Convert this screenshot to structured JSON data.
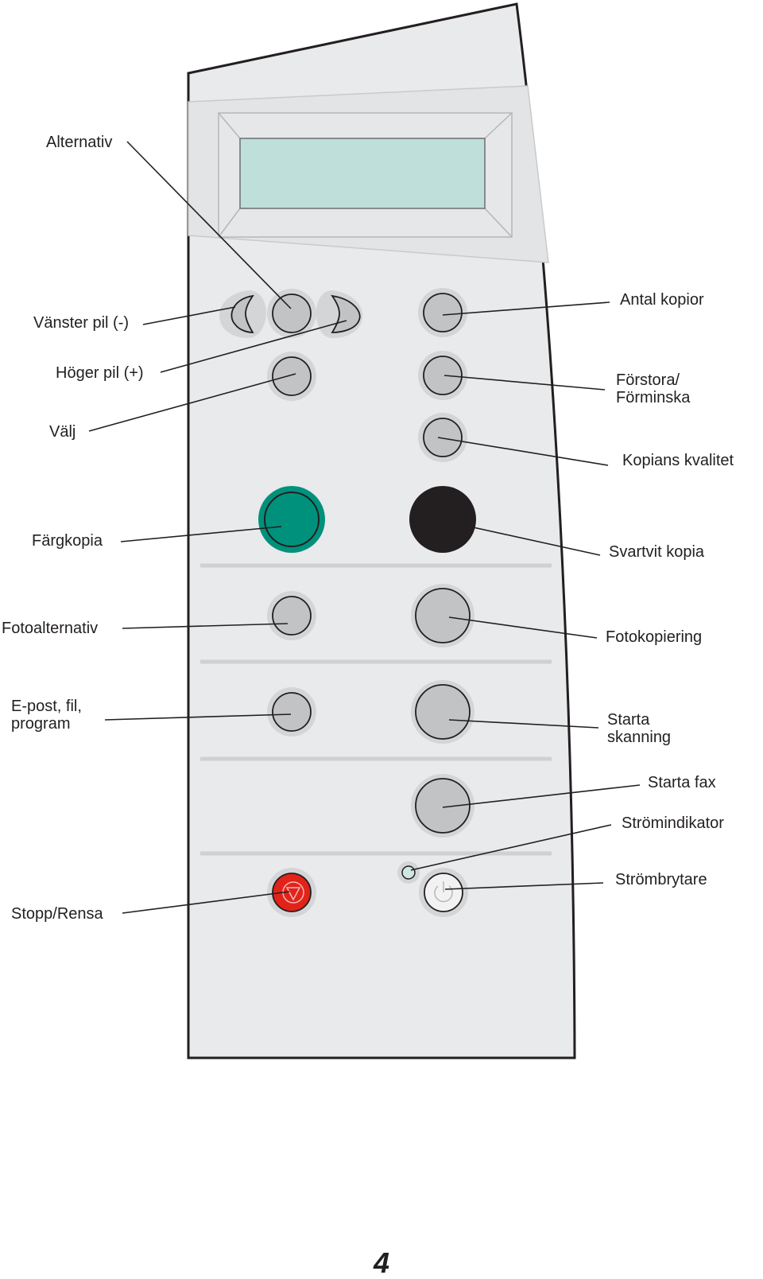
{
  "labels": {
    "alternativ": "Alternativ",
    "vanster_pil": "Vänster pil (-)",
    "hoger_pil": "Höger pil (+)",
    "valj": "Välj",
    "fargkopia": "Färgkopia",
    "fotoalternativ": "Fotoalternativ",
    "epost": "E-post, fil,\nprogram",
    "stopp": "Stopp/Rensa",
    "antal_kopior": "Antal kopior",
    "forstora": "Förstora/\nFörminska",
    "kopians_kvalitet": "Kopians kvalitet",
    "svartvit": "Svartvit kopia",
    "fotokopiering": "Fotokopiering",
    "starta_skanning": "Starta\nskanning",
    "starta_fax": "Starta fax",
    "stromindikator": "Strömindikator",
    "strombrytare": "Strömbrytare"
  },
  "page_number": "4",
  "colors": {
    "panel": "#e9eaeb",
    "display": "#bfe0da",
    "button_gray": "#c2c3c5",
    "color_copy": "#00917c",
    "mono_copy": "#231f20",
    "stop": "#e2231a",
    "power": "#f2f2f2",
    "indicator": "#cfe6e2"
  }
}
